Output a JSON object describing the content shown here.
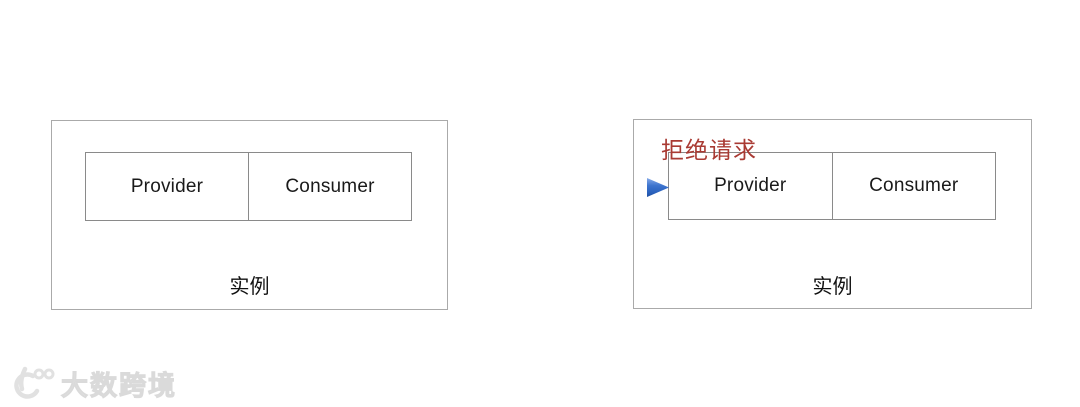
{
  "diagram": {
    "left_instance": {
      "provider_label": "Provider",
      "consumer_label": "Consumer",
      "instance_label": "实例"
    },
    "right_instance": {
      "provider_label": "Provider",
      "consumer_label": "Consumer",
      "instance_label": "实例"
    },
    "arrow": {
      "label": "拒绝请求",
      "label_color": "#A93A33",
      "color": "#2F66C2",
      "from": "left-instance-consumer",
      "to": "right-instance-provider",
      "direction": "left-to-right"
    },
    "borders": {
      "outer_color": "#AAAAAA",
      "inner_color": "#8A8A8A"
    }
  },
  "watermark": {
    "logo": "100-smiley-logo",
    "text": "大数跨境",
    "color": "#E0E0E0"
  }
}
